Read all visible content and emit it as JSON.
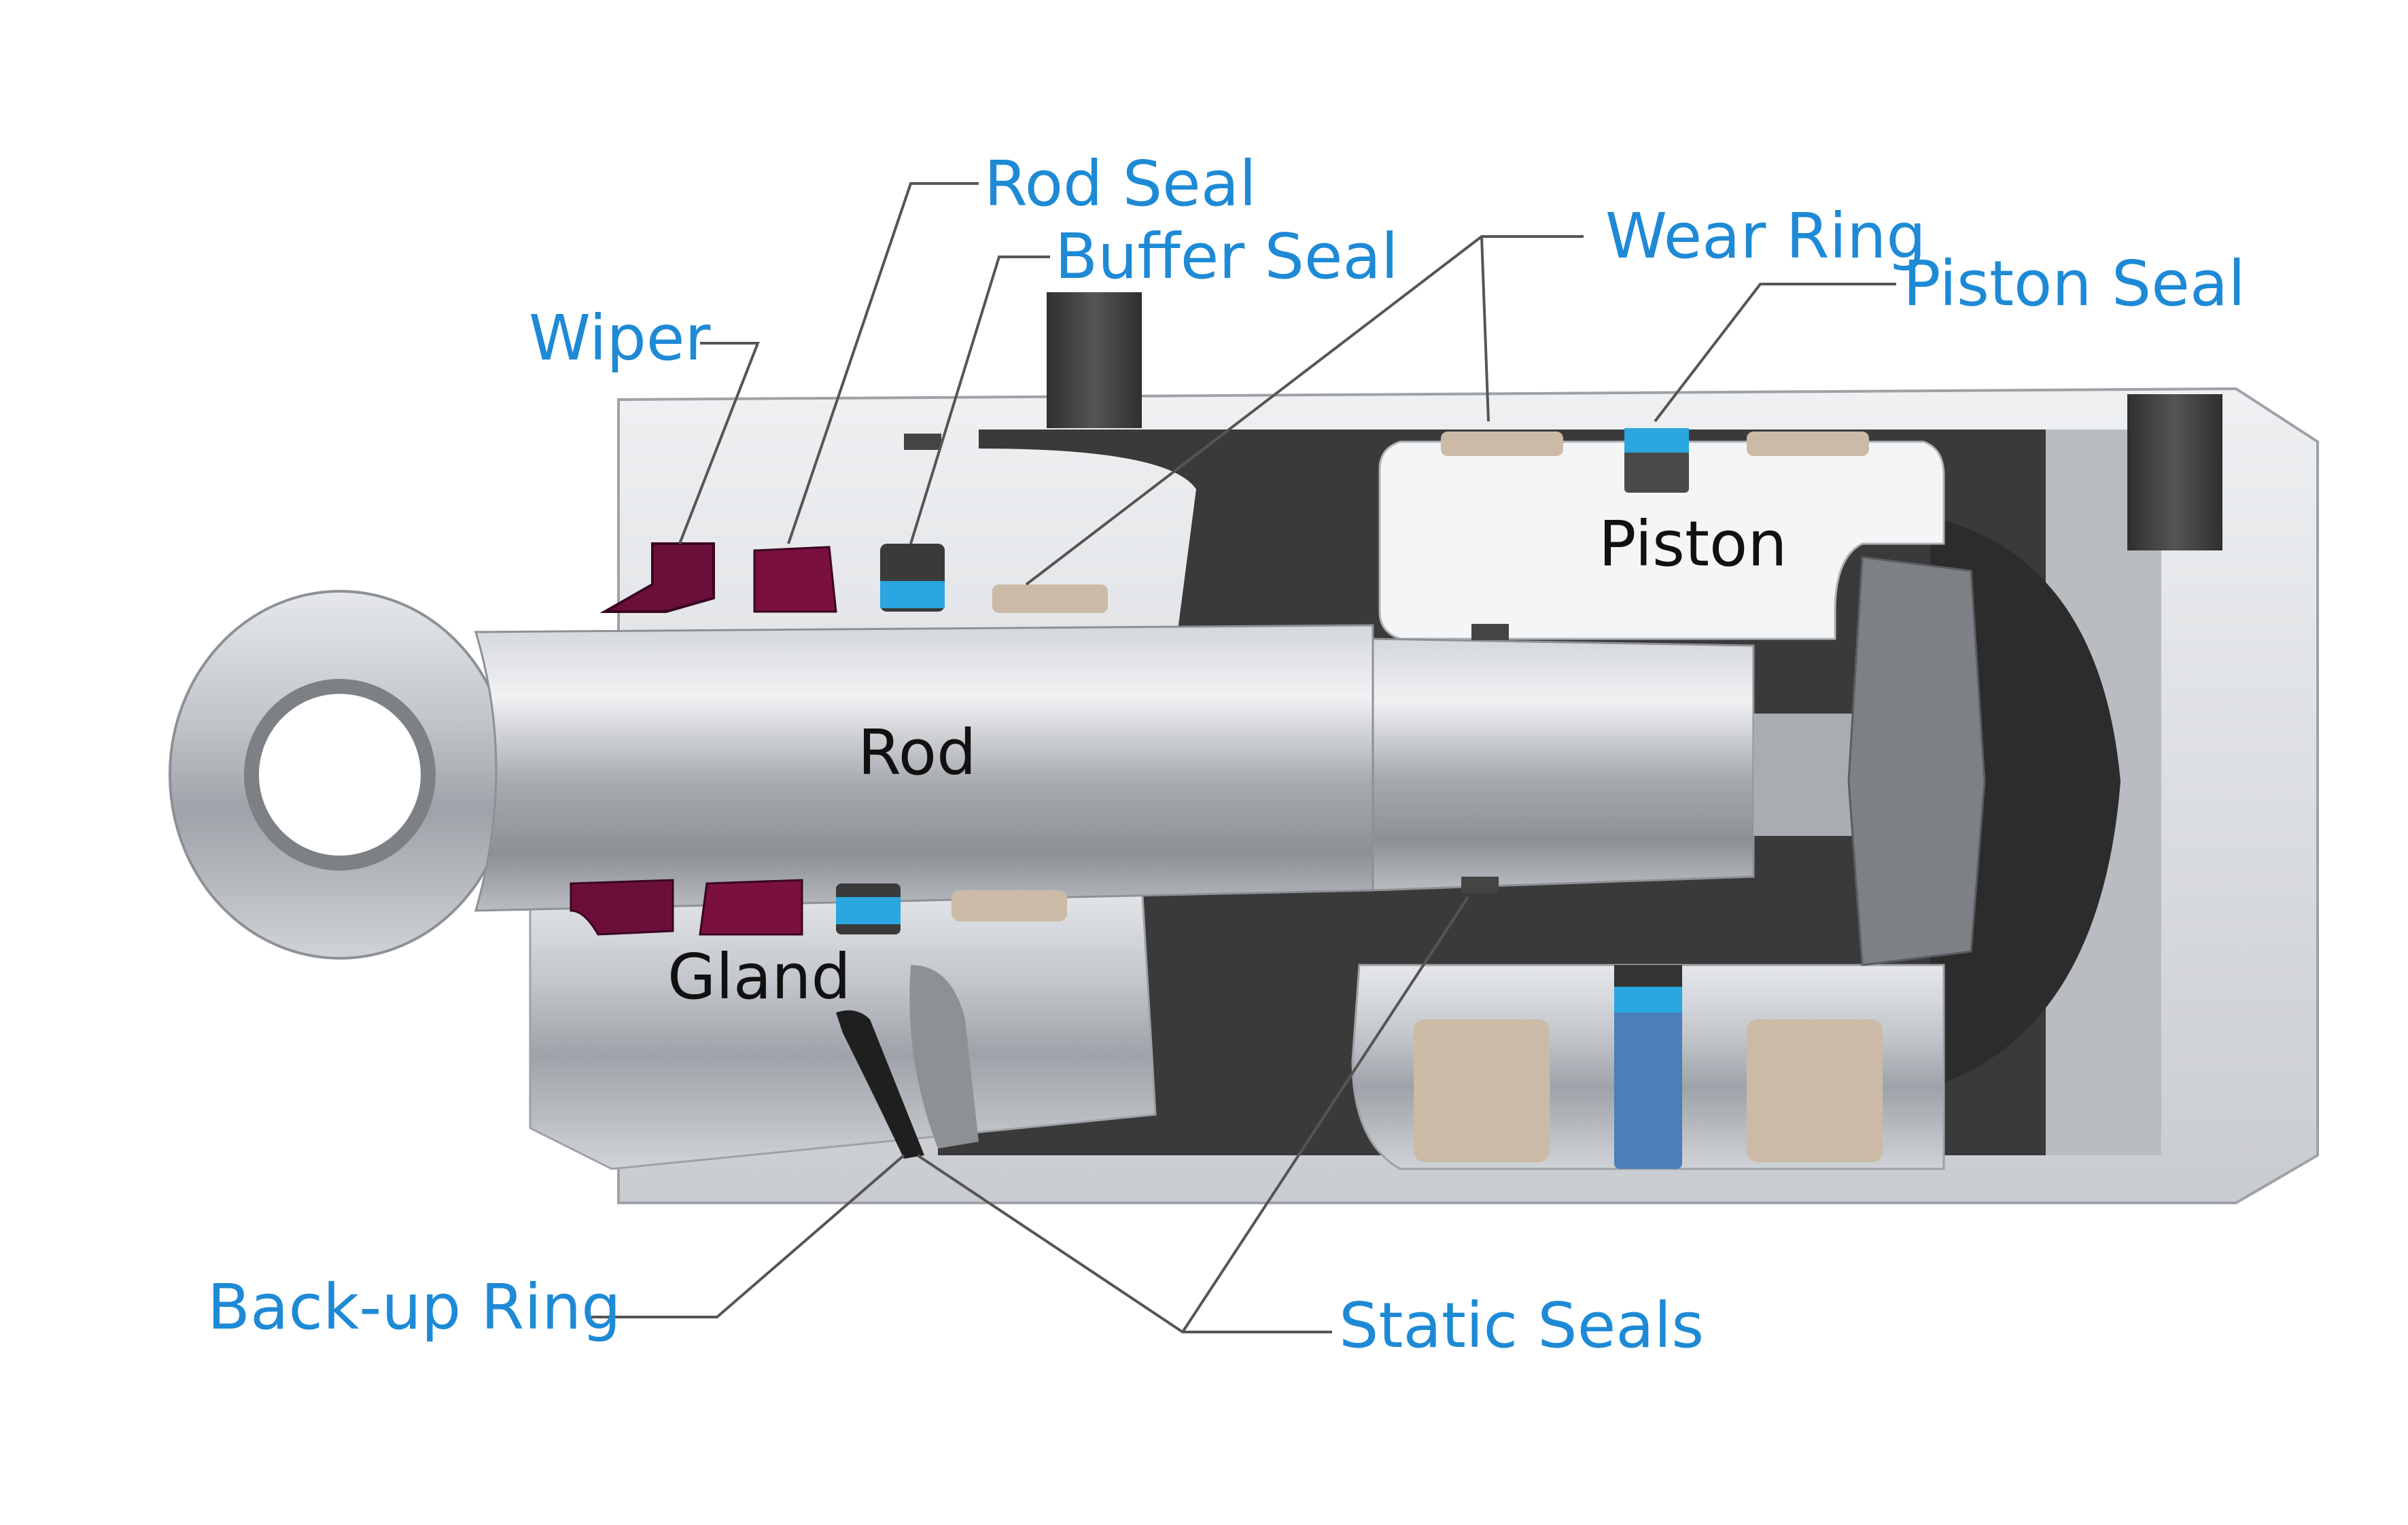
{
  "diagram": {
    "callouts": {
      "rod_seal": "Rod Seal",
      "buffer_seal": "Buffer Seal",
      "wear_ring": "Wear Ring",
      "piston_seal": "Piston Seal",
      "wiper": "Wiper",
      "back_up_ring": "Back-up Ring",
      "static_seals": "Static Seals"
    },
    "parts": {
      "piston": "Piston",
      "rod": "Rod",
      "gland": "Gland"
    },
    "colors": {
      "callout_text": "#1e8ad6",
      "part_text": "#111111",
      "leader_line": "#555555",
      "wiper_seal": "#6b0f3a",
      "rod_seal": "#7a1040",
      "buffer_seal_band": "#2aa6e0",
      "buffer_seal_body": "#3a3a3a",
      "wear_ring": "#cbbba6",
      "piston_seal_band": "#2aa6e0",
      "piston_seal_body": "#4a7fb8",
      "steel": "#b8bcc2",
      "dark_cavity": "#3c3c3c"
    }
  }
}
